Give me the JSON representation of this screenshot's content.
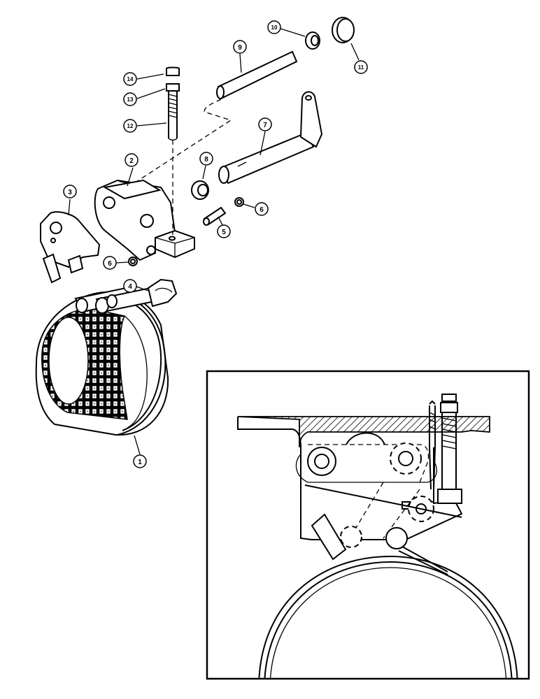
{
  "diagram": {
    "callouts": [
      {
        "id": "c1",
        "label": "1"
      },
      {
        "id": "c2",
        "label": "2"
      },
      {
        "id": "c3",
        "label": "3"
      },
      {
        "id": "c4",
        "label": "4"
      },
      {
        "id": "c5",
        "label": "5"
      },
      {
        "id": "c6a",
        "label": "6"
      },
      {
        "id": "c6b",
        "label": "6"
      },
      {
        "id": "c7",
        "label": "7"
      },
      {
        "id": "c8",
        "label": "8"
      },
      {
        "id": "c9",
        "label": "9"
      },
      {
        "id": "c10",
        "label": "10"
      },
      {
        "id": "c11",
        "label": "11"
      },
      {
        "id": "c12",
        "label": "12"
      },
      {
        "id": "c13",
        "label": "13"
      },
      {
        "id": "c14",
        "label": "14"
      }
    ],
    "inset": {},
    "colors": {
      "ink": "#000000",
      "paper": "#ffffff"
    }
  }
}
